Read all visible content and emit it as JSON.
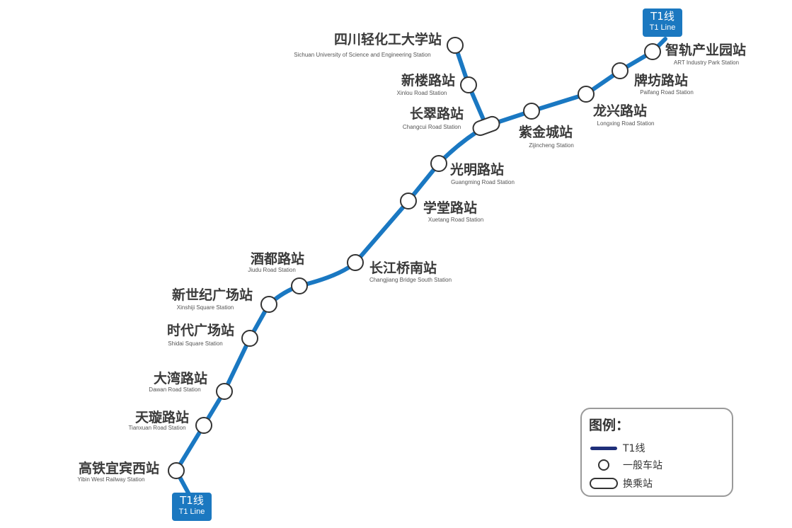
{
  "line": {
    "color": "#1a78c2",
    "legend_line_color": "#1f2f7a",
    "badge_color": "#1b78c0",
    "badge_top": {
      "cn": "T1线",
      "en": "T1 Line"
    },
    "badge_bottom": {
      "cn": "T1线",
      "en": "T1 Line"
    }
  },
  "stations": [
    {
      "id": "yibin-west",
      "cn": "高铁宜宾西站",
      "en": "Yibin West Railway Station",
      "type": "regular"
    },
    {
      "id": "tianxuan",
      "cn": "天璇路站",
      "en": "Tianxuan Road Station",
      "type": "regular"
    },
    {
      "id": "dawan",
      "cn": "大湾路站",
      "en": "Dawan Road Station",
      "type": "regular"
    },
    {
      "id": "shidai",
      "cn": "时代广场站",
      "en": "Shidai Square Station",
      "type": "regular"
    },
    {
      "id": "xinshiji",
      "cn": "新世纪广场站",
      "en": "Xinshiji Square Station",
      "type": "regular"
    },
    {
      "id": "jiudu",
      "cn": "酒都路站",
      "en": "Jiudu Road Station",
      "type": "regular"
    },
    {
      "id": "changjiang",
      "cn": "长江桥南站",
      "en": "Changjiang Bridge South Station",
      "type": "regular"
    },
    {
      "id": "xuetang",
      "cn": "学堂路站",
      "en": "Xuetang Road Station",
      "type": "regular"
    },
    {
      "id": "guangming",
      "cn": "光明路站",
      "en": "Guangming Road Station",
      "type": "regular"
    },
    {
      "id": "changcui",
      "cn": "长翠路站",
      "en": "Changcui Road Station",
      "type": "transfer"
    },
    {
      "id": "xinlou",
      "cn": "新楼路站",
      "en": "Xinlou Road Station",
      "type": "regular"
    },
    {
      "id": "sichuan-univ",
      "cn": "四川轻化工大学站",
      "en": "Sichuan University of Science and Engineering Station",
      "type": "regular"
    },
    {
      "id": "zijincheng",
      "cn": "紫金城站",
      "en": "Zijincheng Station",
      "type": "regular"
    },
    {
      "id": "longxing",
      "cn": "龙兴路站",
      "en": "Longxing Road Station",
      "type": "regular"
    },
    {
      "id": "paifang",
      "cn": "牌坊路站",
      "en": "Paifang Road Station",
      "type": "regular"
    },
    {
      "id": "art-park",
      "cn": "智轨产业园站",
      "en": "ART Industry Park Station",
      "type": "regular"
    }
  ],
  "legend": {
    "title": "图例：",
    "items": [
      {
        "symbol": "line",
        "label": "T1线"
      },
      {
        "symbol": "circle",
        "label": "一般车站"
      },
      {
        "symbol": "pill",
        "label": "换乘站"
      }
    ]
  }
}
